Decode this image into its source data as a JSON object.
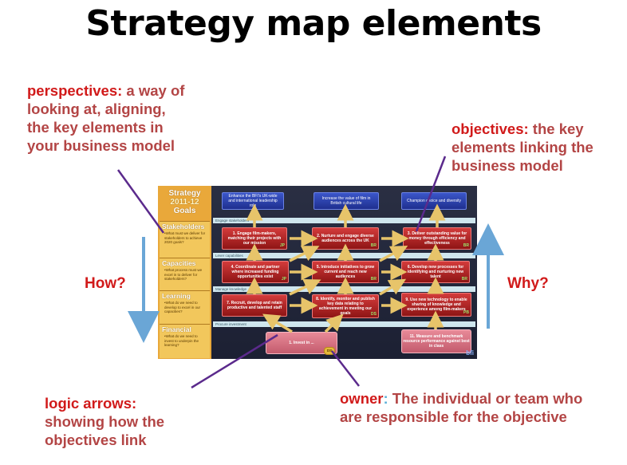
{
  "title": "Strategy map elements",
  "callouts": {
    "perspectives": {
      "key": "perspectives",
      "colon": ":",
      "text": " a way of looking at, aligning, the key elements in your business model"
    },
    "objectives": {
      "key": "objectives",
      "colon": ":",
      "text": " the key elements linking the business model"
    },
    "logic_arrows": {
      "key": "logic arrows",
      "colon": ":",
      "text": " showing how the objectives link"
    },
    "owner": {
      "key": "owner",
      "colon": ":",
      "text": " The individual or team who are responsible for the objective"
    }
  },
  "side_labels": {
    "how": "How?",
    "why": "Why?"
  },
  "colors": {
    "red_label": "#d11a1a",
    "callout_body": "#b34545",
    "pointer": "#5b2a8c",
    "side_arrow": "#6aa6d6"
  },
  "map": {
    "goals": {
      "line1": "Strategy",
      "line2": "2011-12",
      "line3": "Goals"
    },
    "perspectives": [
      {
        "name": "Stakeholders",
        "question": "•What must we deliver for stakeholders to achieve 2020 goals?"
      },
      {
        "name": "Capacities",
        "question": "•What process must we excel in to deliver for stakeholders?"
      },
      {
        "name": "Learning",
        "question": "•What do we need to develop to excel in our capacities?"
      },
      {
        "name": "Financial",
        "question": "•What do we need to invest to underpin the learning?"
      }
    ],
    "bands": {
      "stake": "Engage stakeholders",
      "capab": "Lever capabilities",
      "know": "Manage knowledge",
      "proc": "Procure investment"
    },
    "goal_boxes": [
      "Enhance the BFI's UK-wide and international leadership role",
      "Increase the value of film in British cultural life",
      "Champion choice and diversity"
    ],
    "objectives": {
      "o1": {
        "text": "1. Engage film-makers, matching their projects with our mission",
        "owner": "JP"
      },
      "o2": {
        "text": "2. Nurture and engage diverse audiences across the UK",
        "owner": "BR"
      },
      "o3": {
        "text": "3. Deliver outstanding value for money through efficiency and effectiveness",
        "owner": "BR"
      },
      "o4": {
        "text": "4. Coordinate and partner where increased funding opportunities exist",
        "owner": "JP"
      },
      "o5": {
        "text": "5. Introduce initiatives to grow current and reach new audiences",
        "owner": "BR"
      },
      "o6": {
        "text": "6. Develop new processes for identifying and nurturing new talent",
        "owner": "BR"
      },
      "o7": {
        "text": "7. Recruit, develop and retain productive and talented staff",
        "owner": ""
      },
      "o8": {
        "text": "8. Identify, monitor and publish key data relating to achievement in meeting our goals",
        "owner": "DS"
      },
      "o9": {
        "text": "9. Use new technology to enable sharing of knowledge and experience among film-makers",
        "owner": "PB"
      },
      "o10": {
        "text": "1. Invest in ...",
        "owner": "DS"
      },
      "o11": {
        "text": "11. Measure and benchmark resource performance against best in class",
        "owner": ""
      }
    },
    "logo": "bfi"
  }
}
